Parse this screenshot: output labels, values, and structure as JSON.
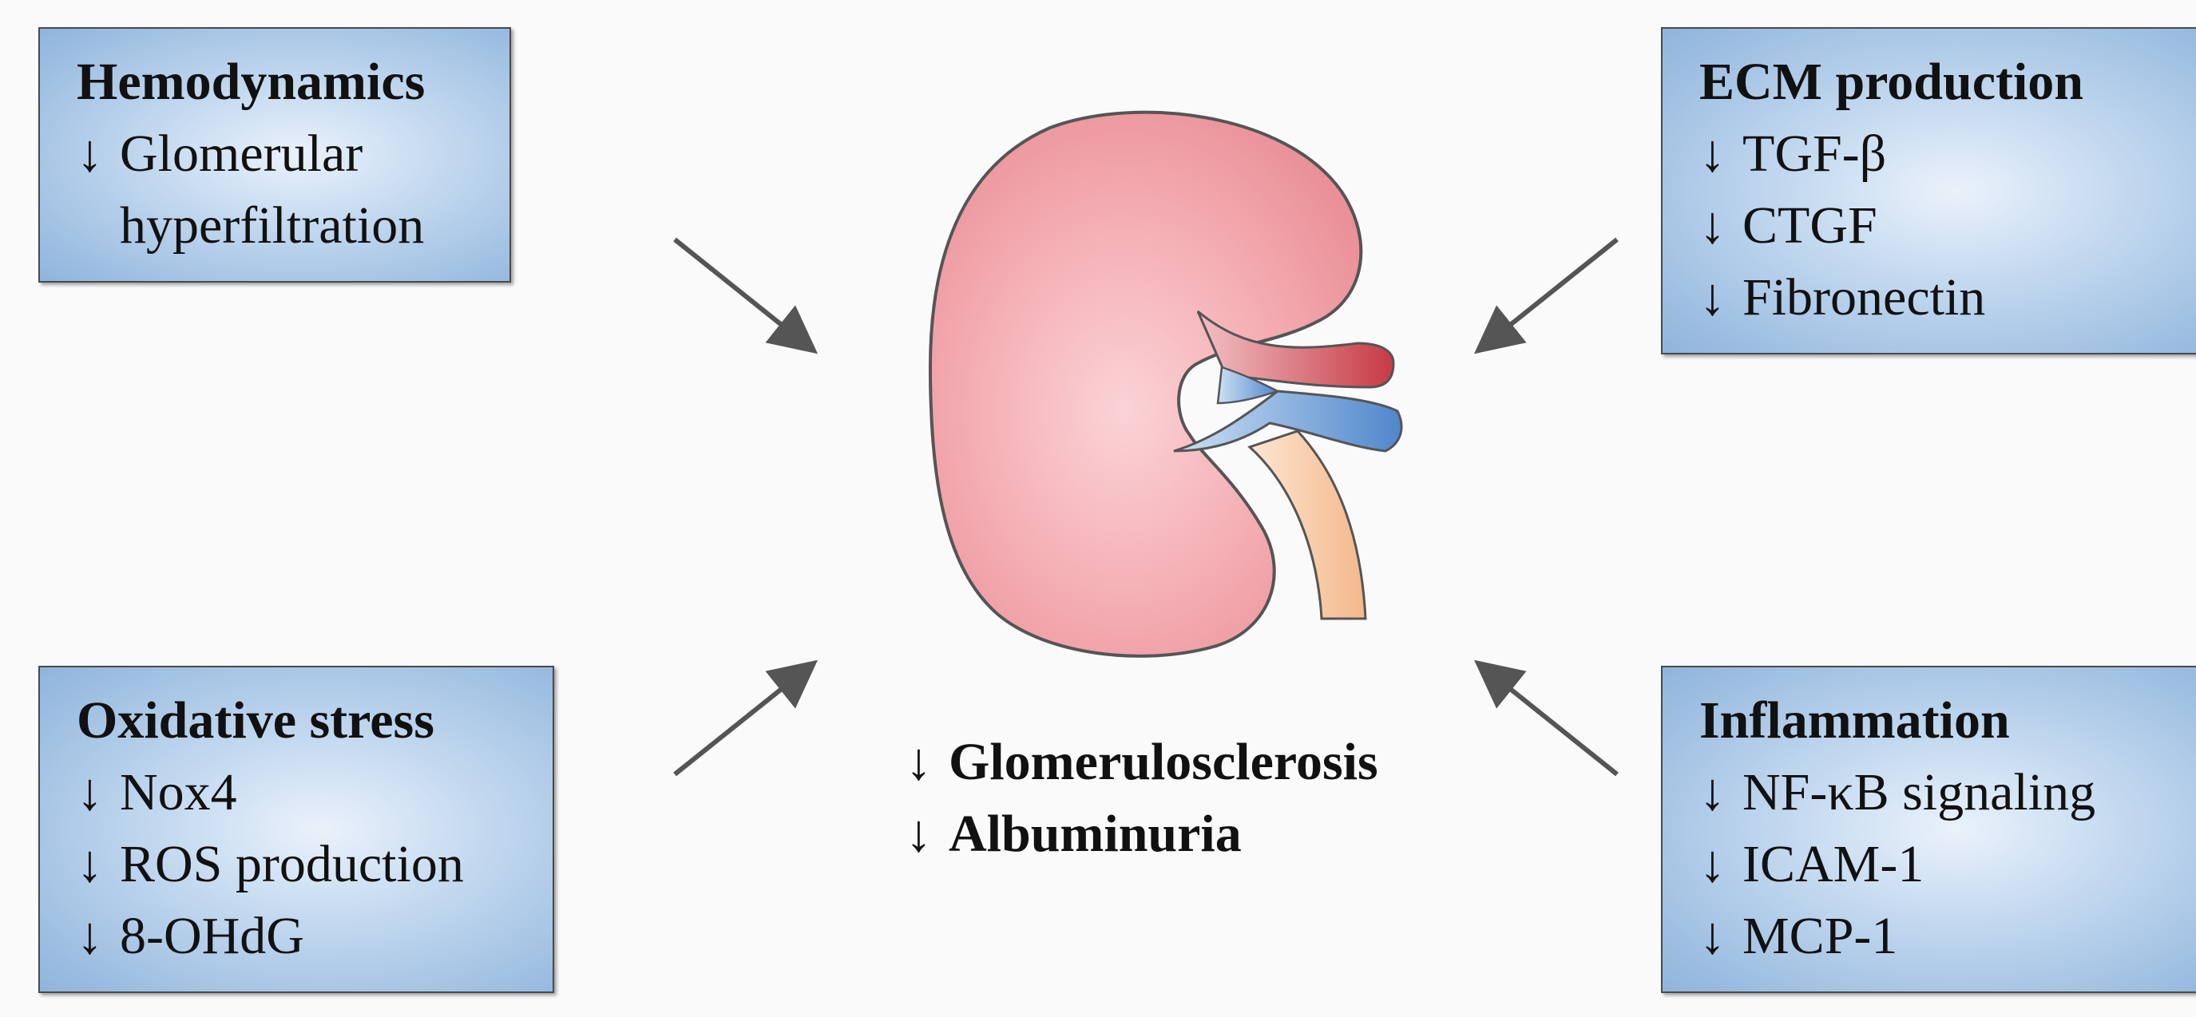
{
  "boxes": {
    "hemodynamics": {
      "title": "Hemodynamics",
      "arrow": "↓",
      "line1": "Glomerular",
      "line2": "hyperfiltration"
    },
    "ecm": {
      "title": "ECM production",
      "items": [
        {
          "arrow": "↓",
          "text": "TGF-β"
        },
        {
          "arrow": "↓",
          "text": "CTGF"
        },
        {
          "arrow": "↓",
          "text": "Fibronectin"
        }
      ]
    },
    "oxidative": {
      "title": "Oxidative stress",
      "items": [
        {
          "arrow": "↓",
          "text": "Nox4"
        },
        {
          "arrow": "↓",
          "text": "ROS production"
        },
        {
          "arrow": "↓",
          "text": "8-OHdG"
        }
      ]
    },
    "inflammation": {
      "title": "Inflammation",
      "items": [
        {
          "arrow": "↓",
          "text": "NF-κB signaling"
        },
        {
          "arrow": "↓",
          "text": "ICAM-1"
        },
        {
          "arrow": "↓",
          "text": "MCP-1"
        }
      ]
    }
  },
  "outcomes": [
    {
      "arrow": "↓",
      "text": "Glomerulosclerosis"
    },
    {
      "arrow": "↓",
      "text": "Albuminuria"
    }
  ],
  "colors": {
    "box_fill": "#bfd6ee",
    "kidney": "#f0a0a6",
    "artery": "#c9434c",
    "vein": "#5b8fcf",
    "ureter": "#f6c8a0",
    "arrow": "#555555"
  }
}
